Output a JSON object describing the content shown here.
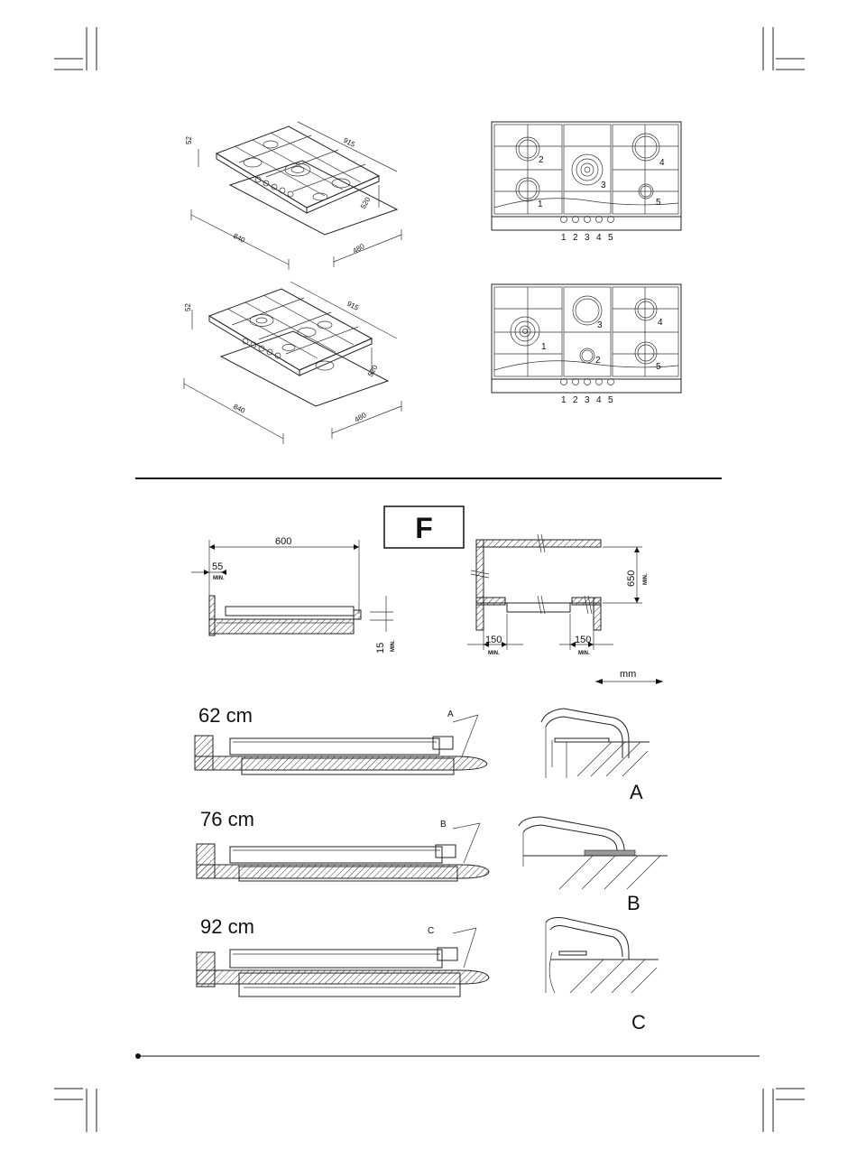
{
  "top_iso_1": {
    "dim_height": "52",
    "dim_width": "915",
    "dim_depth": "520",
    "cut_width": "840",
    "cut_depth": "480"
  },
  "top_iso_2": {
    "dim_height": "52",
    "dim_width": "915",
    "dim_depth": "520",
    "cut_width": "840",
    "cut_depth": "480"
  },
  "layout_1": {
    "burner_labels": [
      "1",
      "2",
      "3",
      "4",
      "5"
    ],
    "knob_labels": [
      "1",
      "2",
      "3",
      "4",
      "5"
    ]
  },
  "layout_2": {
    "burner_labels": [
      "1",
      "2",
      "3",
      "4",
      "5"
    ],
    "knob_labels": [
      "1",
      "2",
      "3",
      "4",
      "5"
    ]
  },
  "section_F": {
    "label": "F",
    "dim_600": "600",
    "dim_55": "55",
    "dim_15": "15",
    "dim_650": "650",
    "dim_150_left": "150",
    "dim_150_right": "150",
    "min_label": "MIN.",
    "unit": "mm"
  },
  "installs": [
    {
      "size": "62 cm",
      "callout": "A",
      "detail": "A"
    },
    {
      "size": "76 cm",
      "callout": "B",
      "detail": "B"
    },
    {
      "size": "92 cm",
      "callout": "C",
      "detail": "C"
    }
  ]
}
